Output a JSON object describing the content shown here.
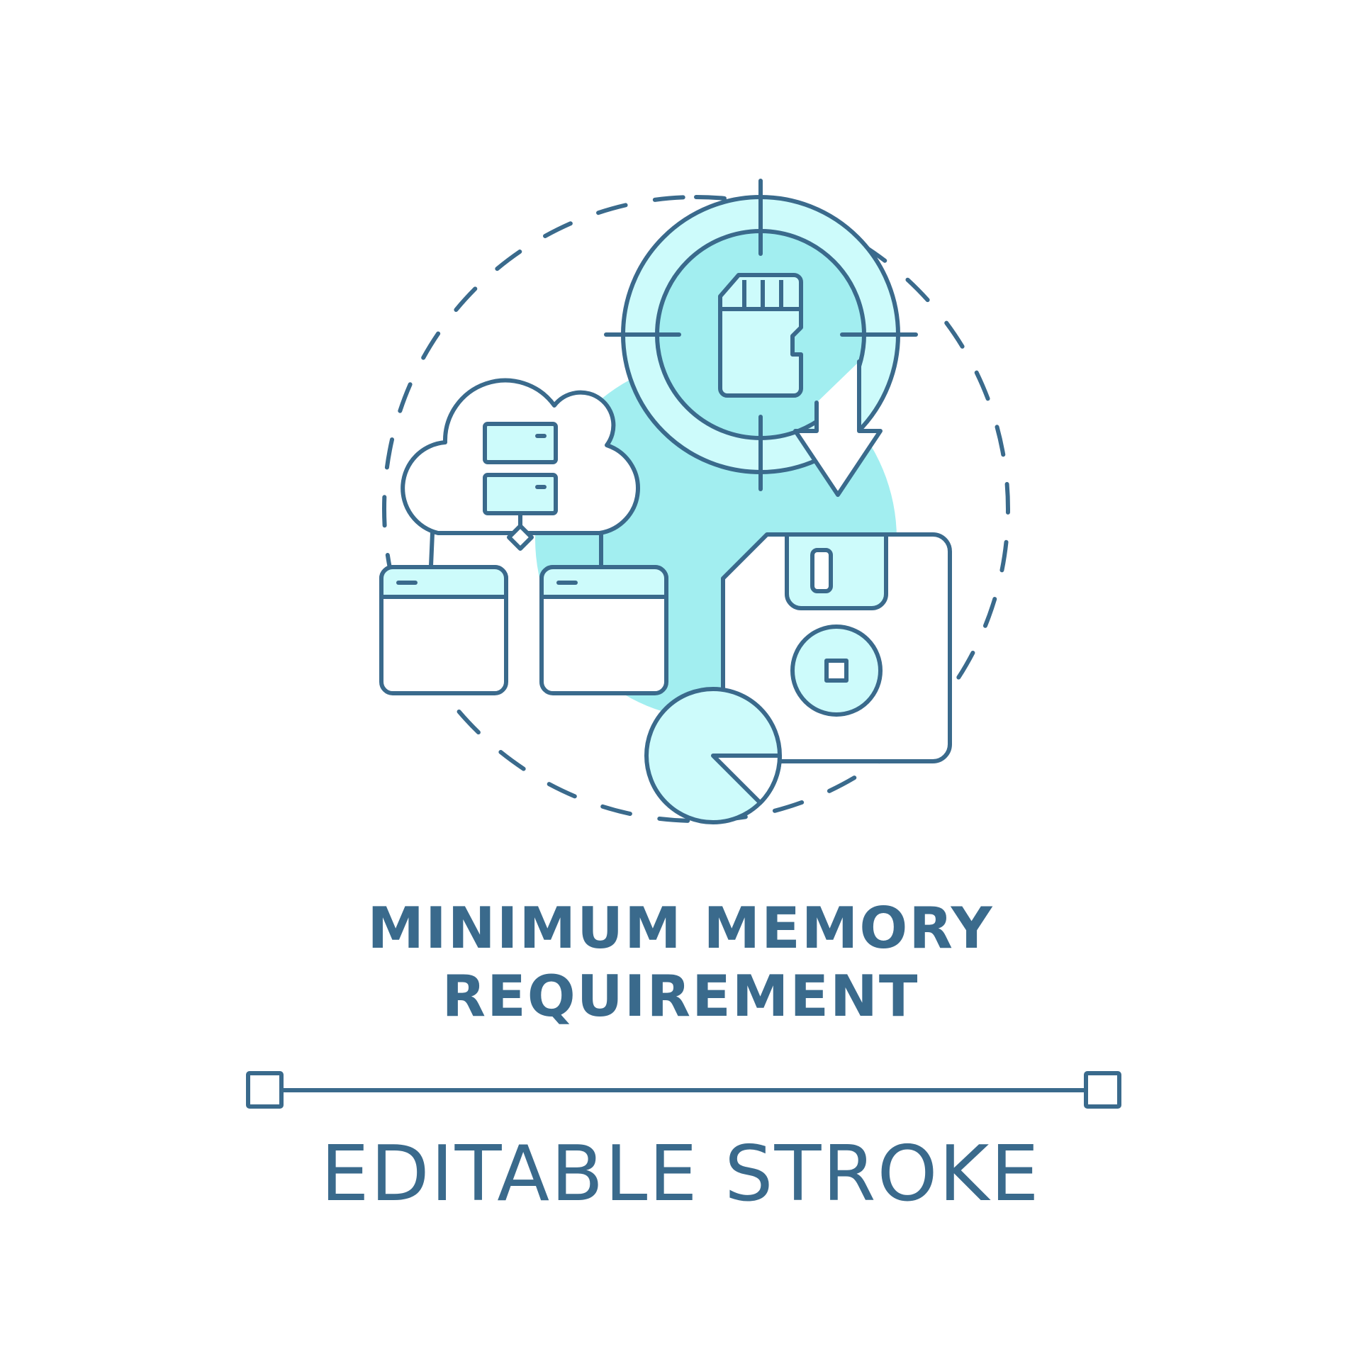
{
  "colors": {
    "stroke": "#3a6a8c",
    "fill_light": "#cdfbfb",
    "blob": "#a2eef0",
    "background": "#ffffff"
  },
  "title": {
    "line1": "MINIMUM MEMORY",
    "line2": "REQUIREMENT"
  },
  "caption": "EDITABLE STROKE",
  "icons": {
    "target": "crosshair-icon",
    "memory_card": "sd-card-icon",
    "arrow": "download-arrow-icon",
    "cloud": "cloud-server-icon",
    "windows": "browser-window-icon",
    "floppy": "floppy-disk-icon",
    "pie": "pie-chart-icon"
  }
}
